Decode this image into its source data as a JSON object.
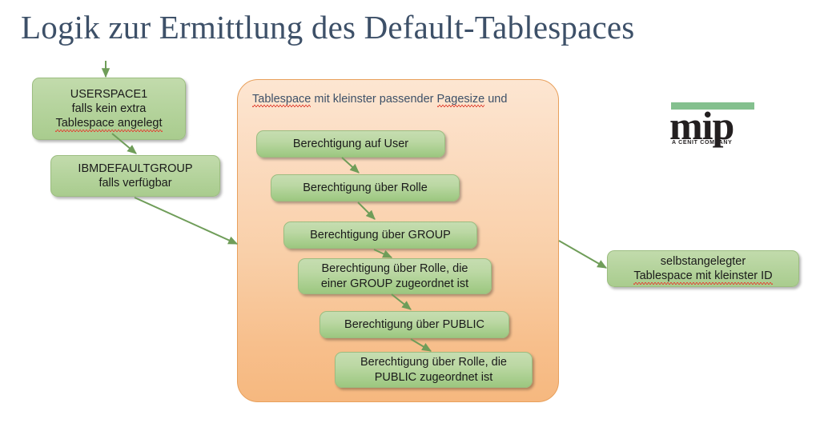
{
  "slide": {
    "title": "Logik zur Ermittlung des Default-Tablespaces",
    "title_color": "#3d5068",
    "background_color": "#ffffff"
  },
  "left_boxes": [
    {
      "name": "userspace1",
      "lines": [
        "USERSPACE1",
        "falls kein extra",
        "Tablespace angelegt"
      ],
      "misspelled": [
        "Tablespace"
      ]
    },
    {
      "name": "ibmdefaultgroup",
      "lines": [
        "IBMDEFAULTGROUP",
        "falls verfügbar"
      ],
      "misspelled": []
    }
  ],
  "panel": {
    "name": "tablespace-criteria-panel",
    "header_prefix": "",
    "header_parts": [
      "Tablespace",
      " mit kleinster passender ",
      "Pagesize",
      " und"
    ],
    "header_full": "Tablespace mit kleinster passender Pagesize und",
    "fill_top_color": "#fde6d2",
    "fill_bottom_color": "#f6b87f",
    "border_color": "#e8a05c",
    "steps": [
      {
        "label": "Berechtigung auf User"
      },
      {
        "label": "Berechtigung über Rolle"
      },
      {
        "label": "Berechtigung über GROUP"
      },
      {
        "line1": "Berechtigung über Rolle, die",
        "line2": "einer GROUP zugeordnet ist"
      },
      {
        "label": "Berechtigung über PUBLIC"
      },
      {
        "line1": "Berechtigung über Rolle, die",
        "line2": "PUBLIC zugeordnet ist"
      }
    ]
  },
  "result_box": {
    "name": "selbstangelegter-tablespace",
    "line1": "selbstangelegter",
    "line2": "Tablespace mit kleinster ID",
    "misspelled": [
      "Tablespace"
    ]
  },
  "logo": {
    "word": "mip",
    "tagline": "A CENIT COMPANY",
    "bar_color": "#84c08e",
    "text_color": "#231f20"
  },
  "theme": {
    "box_fill_top": "#c6ddb1",
    "box_fill_bottom": "#9cc77f",
    "box_border": "#9cbd80",
    "arrow_color": "#6f9d59",
    "text_color": "#1a1a1a",
    "spell_underline_color": "#e04a3a"
  }
}
